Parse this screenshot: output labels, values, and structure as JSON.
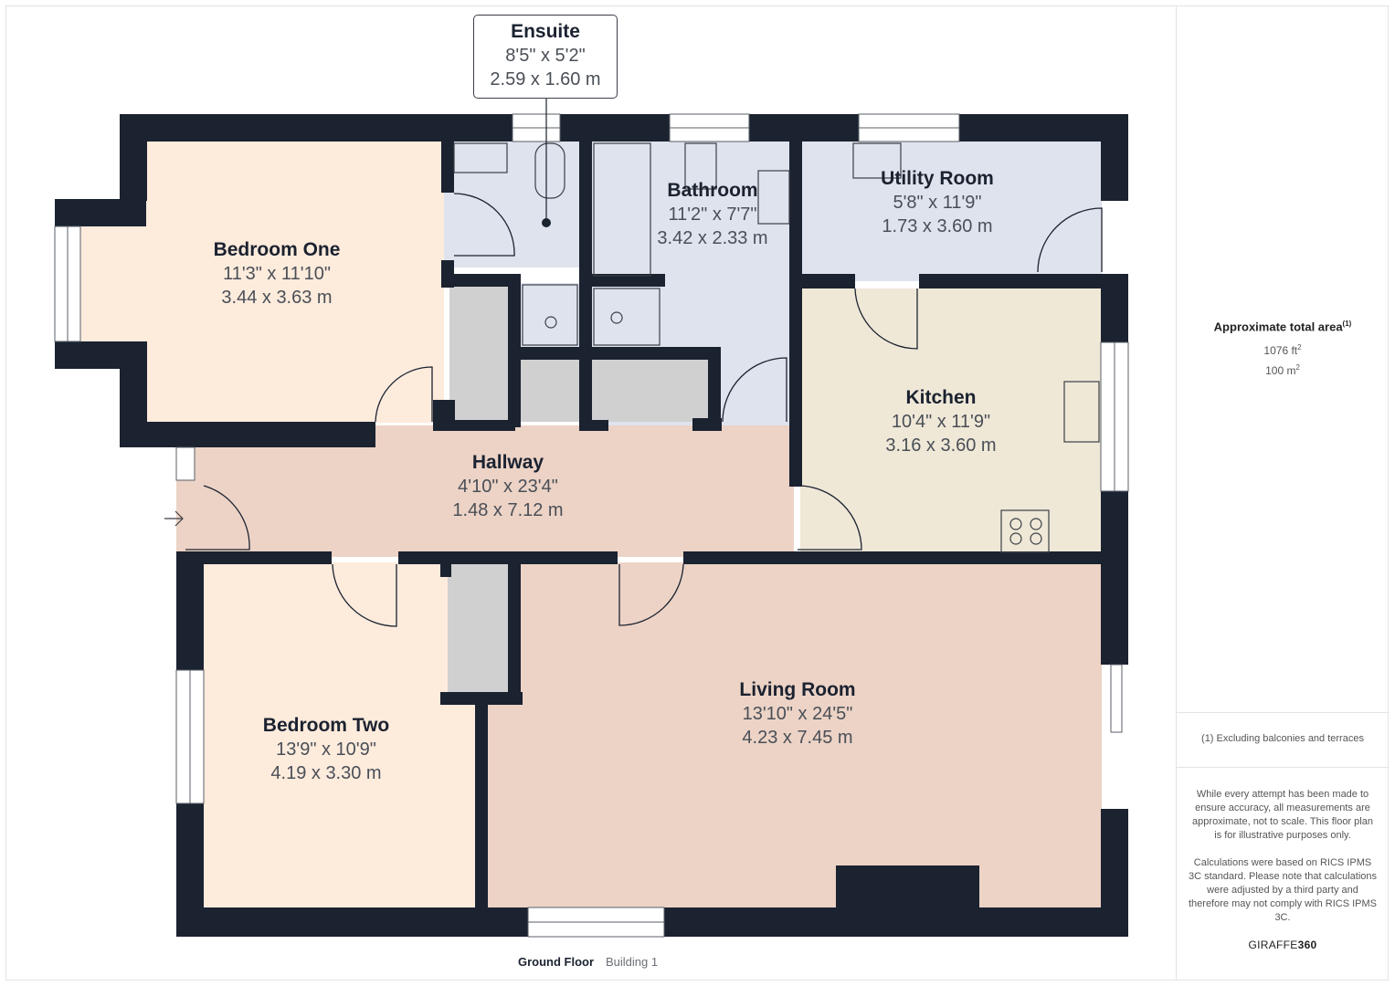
{
  "plan": {
    "colors": {
      "wall": "#1b2230",
      "bedroom": "#fdebdc",
      "hallway": "#ecd3c6",
      "living": "#ecd3c6",
      "wet_rooms": "#dfe3ee",
      "kitchen": "#efe8d7",
      "storage": "#d0d0d0",
      "window": "#ffffff"
    },
    "rooms": [
      {
        "id": "ensuite",
        "name": "Ensuite",
        "imperial": "8'5\" x 5'2\"",
        "metric": "2.59 x 1.60 m"
      },
      {
        "id": "bathroom",
        "name": "Bathroom",
        "imperial": "11'2\" x 7'7\"",
        "metric": "3.42 x 2.33 m"
      },
      {
        "id": "utility",
        "name": "Utility Room",
        "imperial": "5'8\" x 11'9\"",
        "metric": "1.73 x 3.60 m"
      },
      {
        "id": "bedroom_one",
        "name": "Bedroom One",
        "imperial": "11'3\" x 11'10\"",
        "metric": "3.44 x 3.63 m"
      },
      {
        "id": "kitchen",
        "name": "Kitchen",
        "imperial": "10'4\" x 11'9\"",
        "metric": "3.16 x 3.60 m"
      },
      {
        "id": "hallway",
        "name": "Hallway",
        "imperial": "4'10\" x 23'4\"",
        "metric": "1.48 x 7.12 m"
      },
      {
        "id": "living",
        "name": "Living Room",
        "imperial": "13'10\" x 24'5\"",
        "metric": "4.23 x 7.45 m"
      },
      {
        "id": "bedroom_two",
        "name": "Bedroom Two",
        "imperial": "13'9\" x 10'9\"",
        "metric": "4.19 x 3.30 m"
      }
    ],
    "entrance_icon": "arrow-right-icon"
  },
  "sidebar": {
    "area_title": "Approximate total area",
    "area_footnote_mark": "(1)",
    "area_imperial": "1076 ft",
    "area_imperial_unit_sup": "2",
    "area_metric": "100 m",
    "area_metric_unit_sup": "2",
    "footnote": "(1) Excluding balconies and terraces",
    "disclaimer_1": "While every attempt has been made to ensure accuracy, all measurements are approximate, not to scale. This floor plan is for illustrative purposes only.",
    "disclaimer_2": "Calculations were based on RICS IPMS 3C standard. Please note that calculations were adjusted by a third party and therefore may not comply with RICS IPMS 3C.",
    "brand_prefix": "GIRAFFE",
    "brand_suffix": "360"
  },
  "footer": {
    "floor": "Ground Floor",
    "building": "Building 1"
  }
}
